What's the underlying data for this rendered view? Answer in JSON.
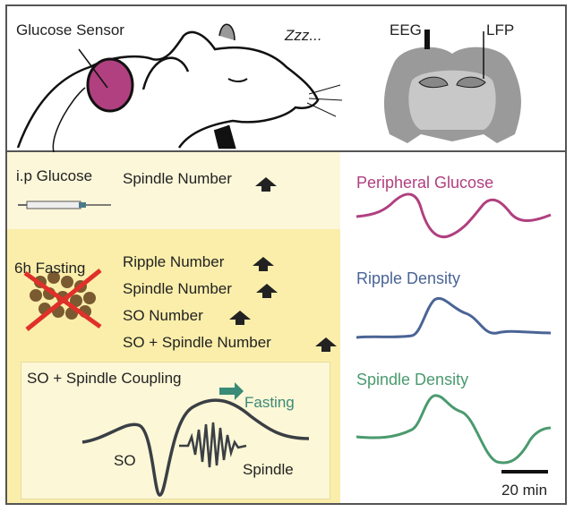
{
  "top": {
    "sensor_label": "Glucose Sensor",
    "sleep_text": "Zzz...",
    "eeg_label": "EEG",
    "lfp_label": "LFP"
  },
  "ip": {
    "title": "i.p Glucose",
    "effects": [
      "Spindle Number"
    ]
  },
  "fasting": {
    "title": "6h Fasting",
    "effects": [
      "Ripple Number",
      "Spindle Number",
      "SO Number",
      "SO + Spindle Number"
    ]
  },
  "coupling": {
    "title": "SO + Spindle Coupling",
    "shift_label": "Fasting",
    "so_label": "SO",
    "spindle_label": "Spindle"
  },
  "traces": [
    {
      "label": "Peripheral Glucose",
      "color": "#b0407f"
    },
    {
      "label": "Ripple Density",
      "color": "#4a6496"
    },
    {
      "label": "Spindle Density",
      "color": "#4a9a6e"
    }
  ],
  "scale_bar": "20 min",
  "colors": {
    "arrow": "#222222",
    "shift_arrow": "#3a8a78",
    "sensor": "#b0407f"
  }
}
